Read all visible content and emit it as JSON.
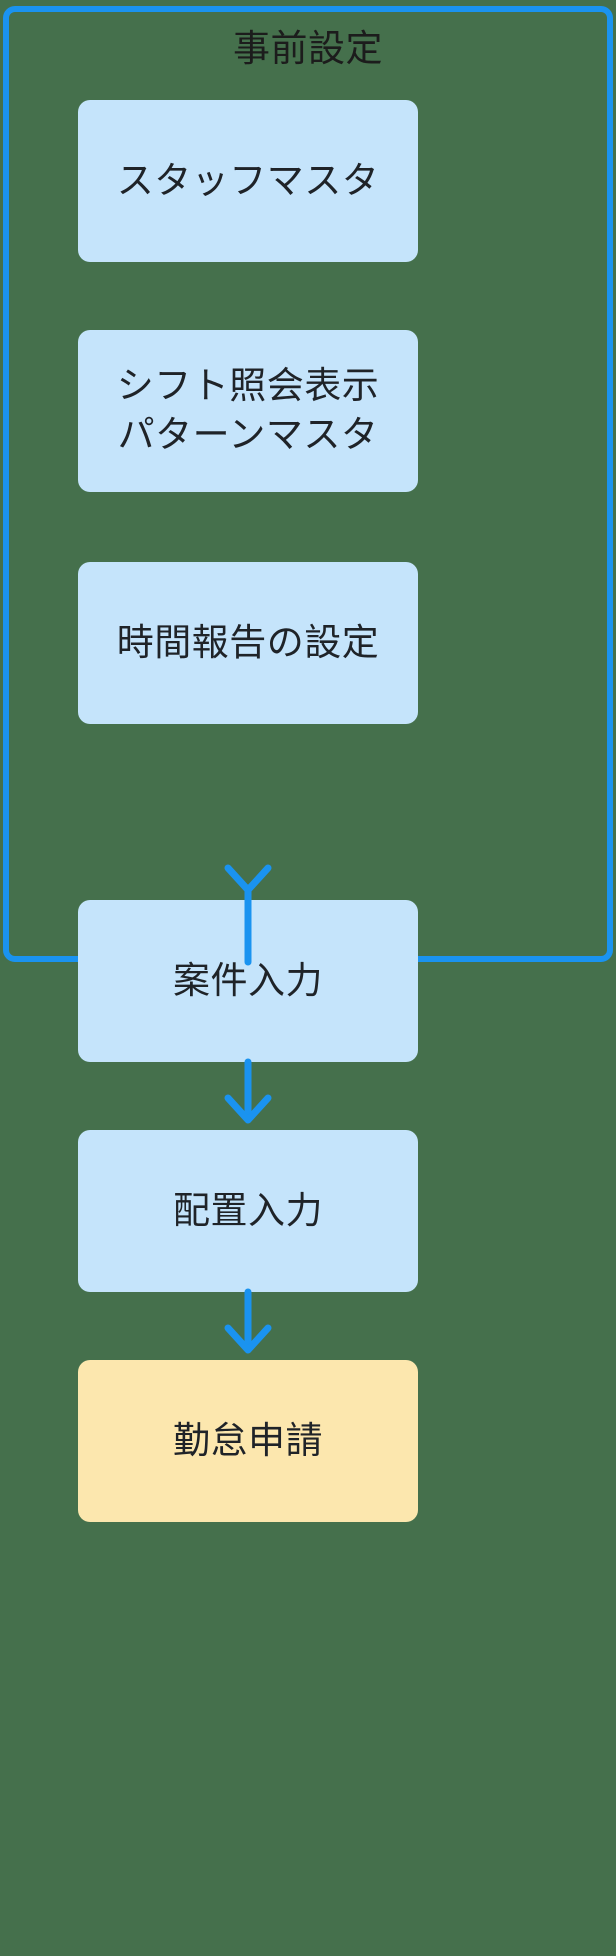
{
  "diagram": {
    "title_visible": false,
    "background_color": "#45704c",
    "accent_color": "#1a93f0",
    "node_fill_blue": "#c5e4fb",
    "node_fill_amber": "#fce7ae",
    "text_color": "#1f2328"
  },
  "group": {
    "label": "事前設定",
    "border_color": "#1a93f0",
    "nodes": [
      {
        "id": "staff-master",
        "label": "スタッフマスタ",
        "fill": "blue"
      },
      {
        "id": "shift-pattern",
        "label": "シフト照会表示\nパターンマスタ",
        "line1": "シフト照会表示",
        "line2": "パターンマスタ",
        "fill": "blue"
      },
      {
        "id": "time-report",
        "label": "時間報告の設定",
        "fill": "blue"
      }
    ]
  },
  "flow": {
    "nodes": [
      {
        "id": "case-input",
        "label": "案件入力",
        "fill": "blue"
      },
      {
        "id": "assign-input",
        "label": "配置入力",
        "fill": "blue"
      },
      {
        "id": "attendance",
        "label": "勤怠申請",
        "fill": "amber"
      }
    ],
    "connectors": [
      {
        "id": "group-to-case",
        "from": "事前設定",
        "to": "案件入力",
        "style": "arrow-down",
        "color": "#1a93f0"
      },
      {
        "id": "case-to-assign",
        "from": "案件入力",
        "to": "配置入力",
        "style": "arrow-down",
        "color": "#1a93f0"
      },
      {
        "id": "assign-to-attendance",
        "from": "配置入力",
        "to": "勤怠申請",
        "style": "arrow-down",
        "color": "#1a93f0"
      }
    ]
  }
}
